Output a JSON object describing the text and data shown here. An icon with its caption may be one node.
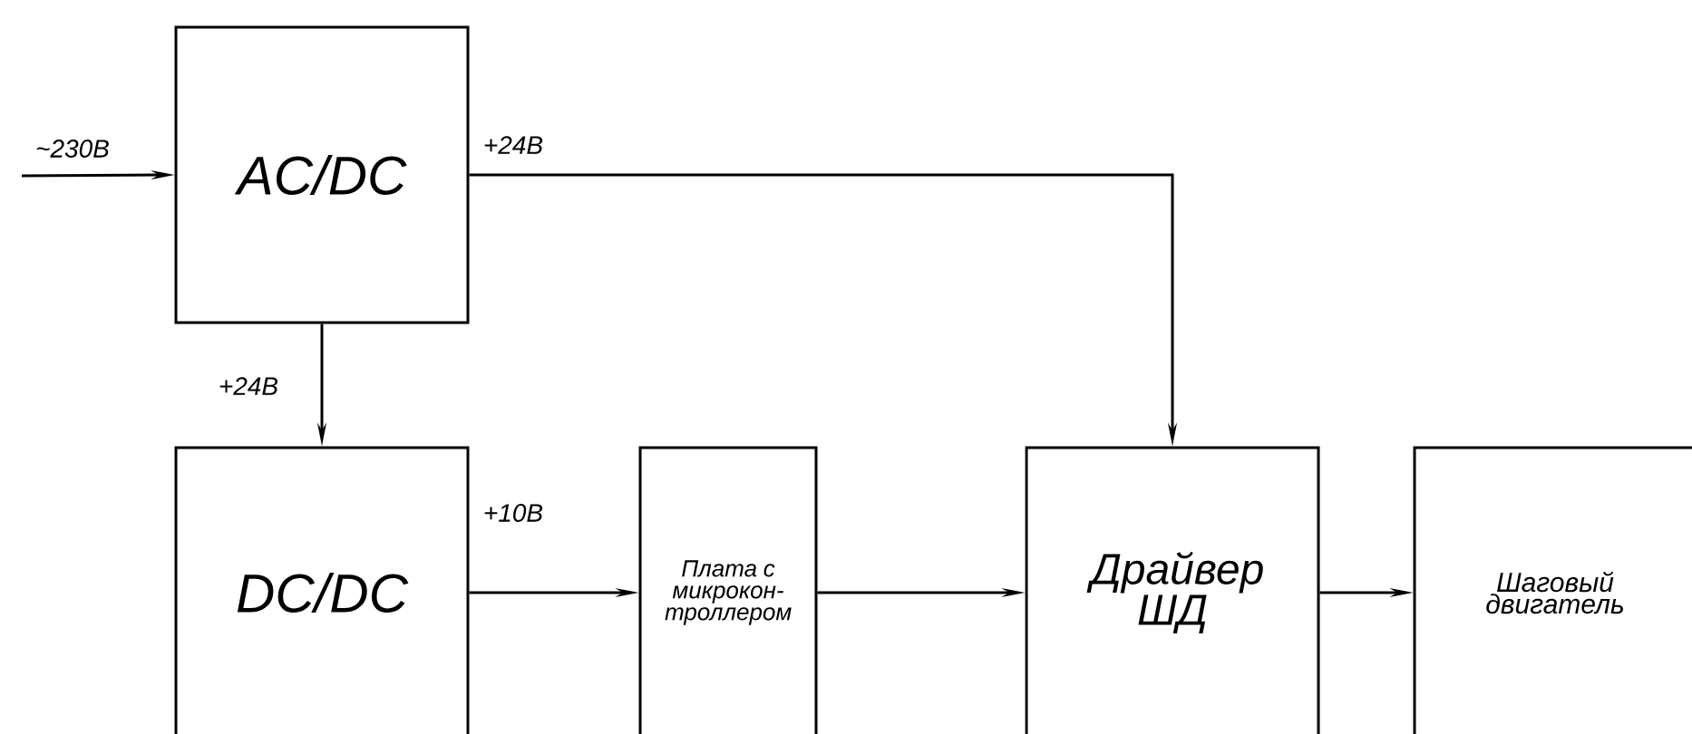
{
  "diagram": {
    "nodes": [
      {
        "text": [
          "AC/DC"
        ]
      },
      {
        "text": [
          "DC/DC"
        ]
      },
      {
        "text": [
          "Плата с микрокон- троллером"
        ]
      },
      {
        "text": [
          "Драйвер ШД"
        ]
      },
      {
        "text": [
          "Шаговый двигатель"
        ]
      }
    ],
    "edges": [
      {
        "from": null,
        "to": 0,
        "arrow": "to",
        "label": "~230В"
      },
      {
        "from": 0,
        "to": 3,
        "arrow": "to",
        "label": "+24В"
      },
      {
        "from": 0,
        "to": 1,
        "arrow": "to",
        "label": "+24В"
      },
      {
        "from": 1,
        "to": 2,
        "arrow": "to",
        "label": "+10В"
      },
      {
        "from": 2,
        "to": 3,
        "arrow": "to"
      },
      {
        "from": 3,
        "to": 4,
        "arrow": "to"
      }
    ]
  }
}
